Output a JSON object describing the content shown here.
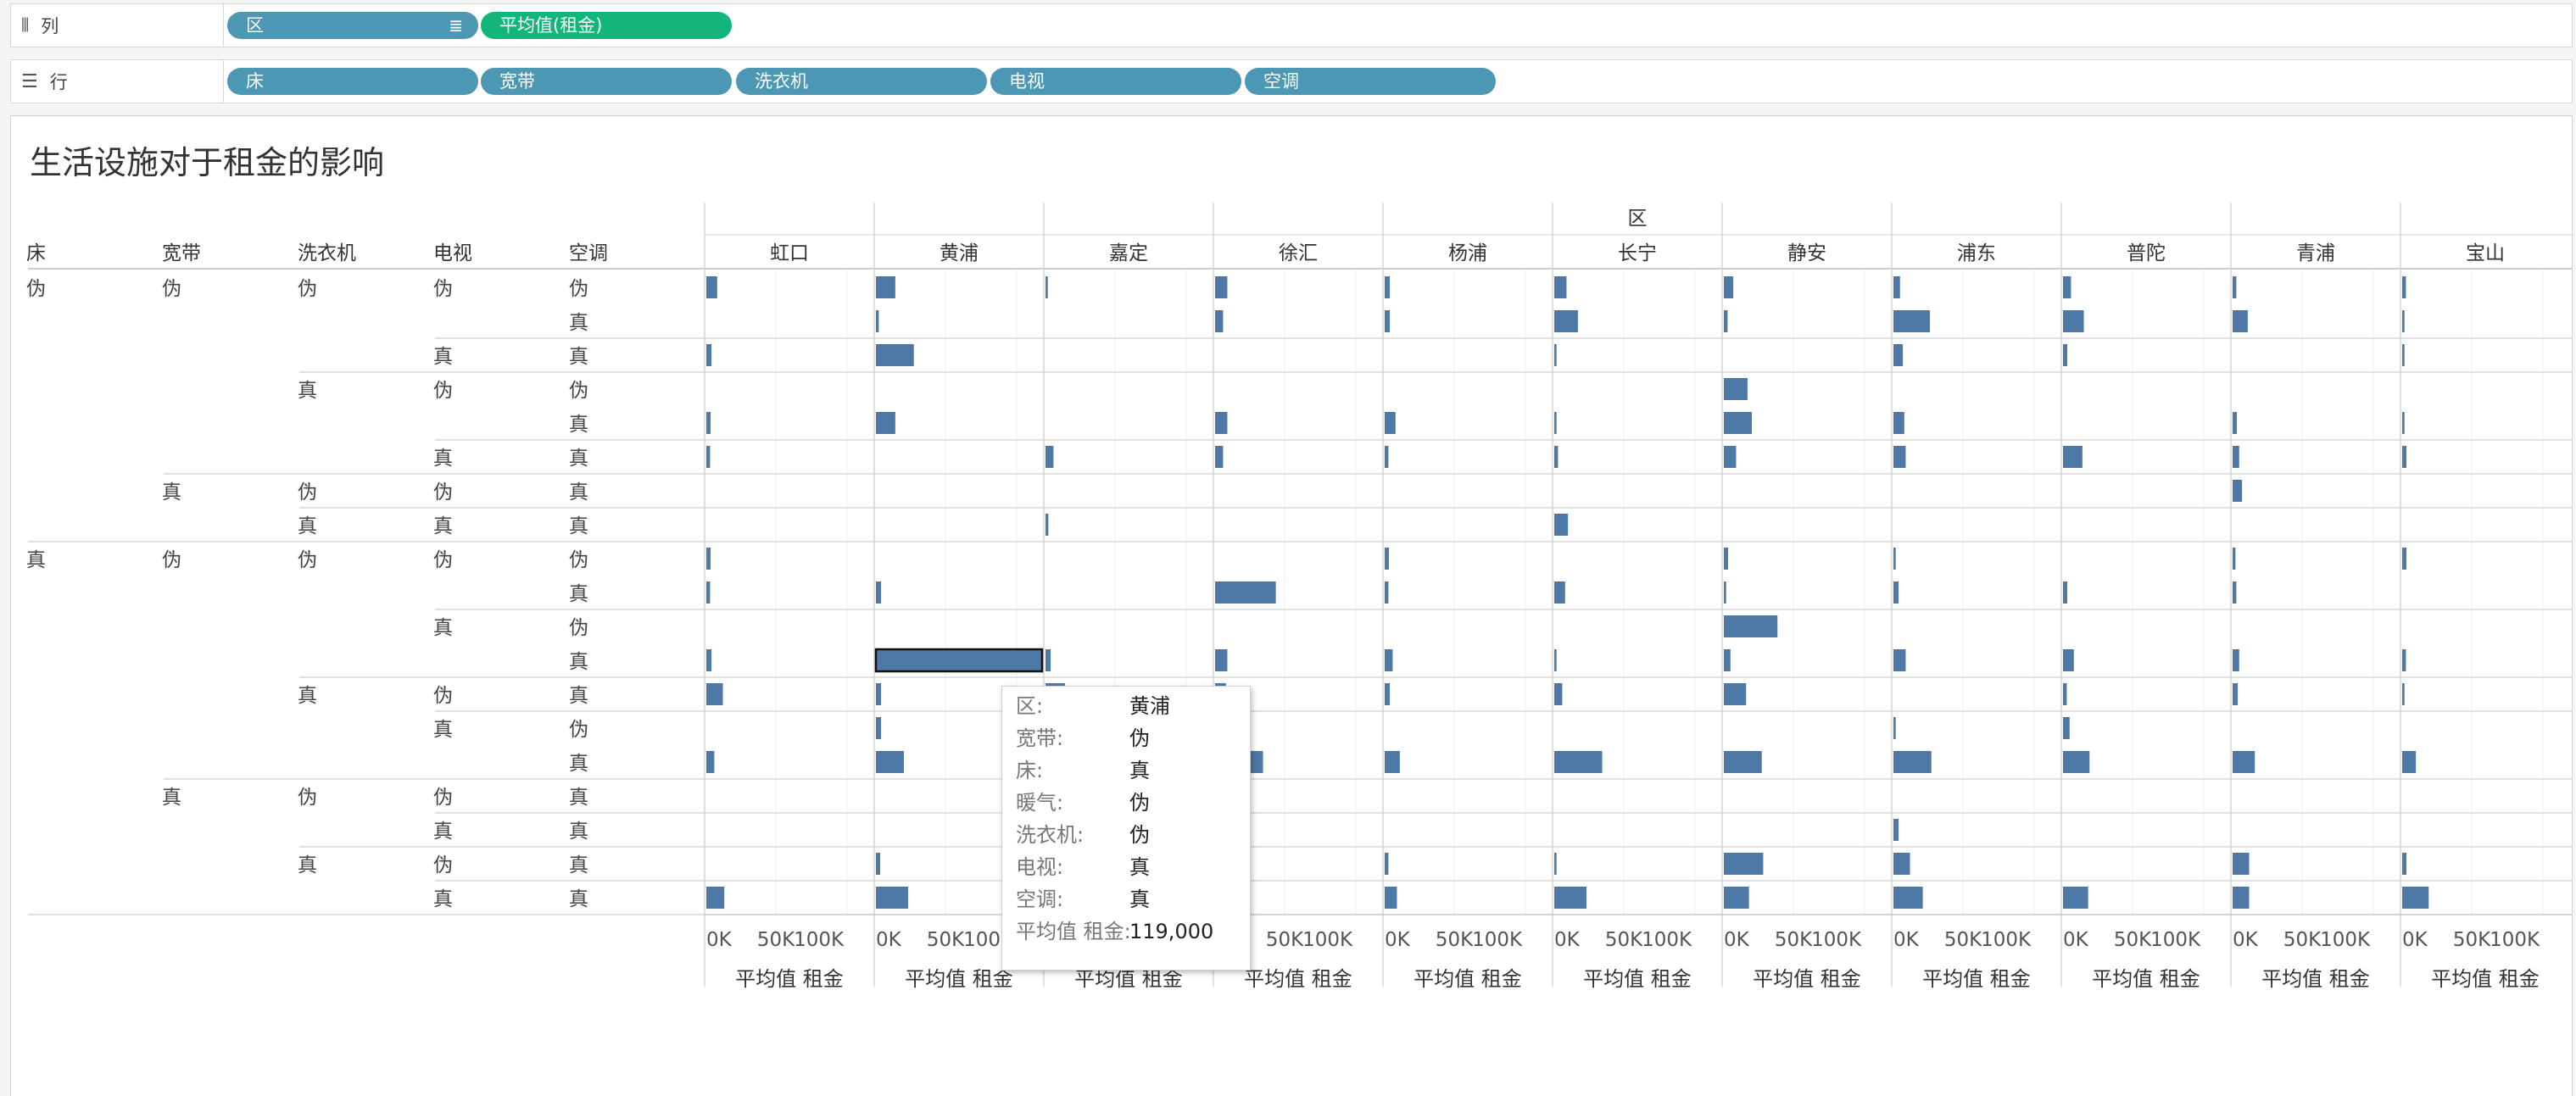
{
  "shelves": {
    "columns": {
      "label": "列",
      "pills": [
        {
          "label": "区",
          "type": "dimension",
          "sorted": true
        },
        {
          "label": "平均值(租金)",
          "type": "measure"
        }
      ]
    },
    "rows": {
      "label": "行",
      "pills": [
        {
          "label": "床"
        },
        {
          "label": "宽带"
        },
        {
          "label": "洗衣机"
        },
        {
          "label": "电视"
        },
        {
          "label": "空调"
        }
      ]
    }
  },
  "sheet": {
    "title": "生活设施对于租金的影响",
    "column_header": "区",
    "row_fields": [
      "床",
      "宽带",
      "洗衣机",
      "电视",
      "空调"
    ],
    "ticks": [
      "0K",
      "50K",
      "100K"
    ],
    "axis_title": "平均值 租金"
  },
  "chart_data": {
    "type": "bar",
    "title": "生活设施对于租金的影响",
    "measure": "平均值 租金",
    "xlim": [
      0,
      119000
    ],
    "xticks": [
      0,
      50000,
      100000
    ],
    "bar_color": "#4e79a7",
    "row_keys": [
      [
        "伪",
        "伪",
        "伪",
        "伪",
        "伪"
      ],
      [
        "伪",
        "伪",
        "伪",
        "伪",
        "真"
      ],
      [
        "伪",
        "伪",
        "伪",
        "真",
        "真"
      ],
      [
        "伪",
        "伪",
        "真",
        "伪",
        "伪"
      ],
      [
        "伪",
        "伪",
        "真",
        "伪",
        "真"
      ],
      [
        "伪",
        "伪",
        "真",
        "真",
        "真"
      ],
      [
        "伪",
        "真",
        "伪",
        "伪",
        "真"
      ],
      [
        "伪",
        "真",
        "真",
        "真",
        "真"
      ],
      [
        "真",
        "伪",
        "伪",
        "伪",
        "伪"
      ],
      [
        "真",
        "伪",
        "伪",
        "伪",
        "真"
      ],
      [
        "真",
        "伪",
        "伪",
        "真",
        "伪"
      ],
      [
        "真",
        "伪",
        "伪",
        "真",
        "真"
      ],
      [
        "真",
        "伪",
        "真",
        "伪",
        "真"
      ],
      [
        "真",
        "伪",
        "真",
        "真",
        "伪"
      ],
      [
        "真",
        "伪",
        "真",
        "真",
        "真"
      ],
      [
        "真",
        "真",
        "伪",
        "伪",
        "真"
      ],
      [
        "真",
        "真",
        "伪",
        "真",
        "真"
      ],
      [
        "真",
        "真",
        "真",
        "伪",
        "真"
      ],
      [
        "真",
        "真",
        "真",
        "真",
        "真"
      ]
    ],
    "districts": [
      "虹口",
      "黄浦",
      "嘉定",
      "徐汇",
      "杨浦",
      "长宁",
      "静安",
      "浦东",
      "普陀",
      "青浦",
      "宝山"
    ],
    "series": [
      {
        "name": "虹口",
        "values": [
          10000,
          null,
          6000,
          null,
          3000,
          5000,
          null,
          null,
          3000,
          5000,
          null,
          6000,
          14000,
          null,
          8000,
          null,
          null,
          null,
          15000
        ]
      },
      {
        "name": "黄浦",
        "values": [
          16000,
          2000,
          29000,
          null,
          16000,
          null,
          null,
          null,
          null,
          6000,
          null,
          119000,
          6000,
          6000,
          22000,
          null,
          null,
          3000,
          25000
        ]
      },
      {
        "name": "嘉定",
        "values": [
          4000,
          null,
          null,
          null,
          null,
          8000,
          null,
          2000,
          null,
          null,
          null,
          6000,
          16000,
          null,
          null,
          null,
          null,
          null,
          null
        ]
      },
      {
        "name": "徐汇",
        "values": [
          11000,
          8000,
          null,
          null,
          11000,
          8000,
          null,
          null,
          null,
          45000,
          null,
          11000,
          10000,
          null,
          36000,
          null,
          null,
          null,
          null
        ]
      },
      {
        "name": "杨浦",
        "values": [
          6000,
          6000,
          null,
          null,
          10000,
          5000,
          null,
          null,
          3000,
          5000,
          null,
          8000,
          6000,
          null,
          13000,
          null,
          null,
          5000,
          11000
        ]
      },
      {
        "name": "长宁",
        "values": [
          11000,
          19000,
          4000,
          null,
          4000,
          5000,
          null,
          12000,
          null,
          10000,
          null,
          4000,
          8000,
          null,
          36000,
          null,
          null,
          4000,
          25000
        ]
      },
      {
        "name": "静安",
        "values": [
          9000,
          5000,
          null,
          19000,
          22000,
          11000,
          null,
          null,
          3000,
          4000,
          40000,
          7000,
          18000,
          null,
          29000,
          null,
          null,
          30000,
          20000
        ]
      },
      {
        "name": "浦东",
        "values": [
          7000,
          28000,
          9000,
          null,
          10000,
          11000,
          null,
          null,
          4000,
          6000,
          null,
          11000,
          null,
          4000,
          29000,
          null,
          6000,
          14000,
          23000
        ]
      },
      {
        "name": "普陀",
        "values": [
          8000,
          17000,
          3000,
          null,
          null,
          16000,
          null,
          null,
          null,
          3000,
          null,
          10000,
          5000,
          7000,
          21000,
          null,
          null,
          null,
          20000
        ]
      },
      {
        "name": "青浦",
        "values": [
          5000,
          13000,
          null,
          null,
          3000,
          7000,
          9000,
          null,
          2000,
          5000,
          null,
          7000,
          6000,
          null,
          18000,
          null,
          null,
          14000,
          14000
        ]
      },
      {
        "name": "宝山",
        "values": [
          5000,
          4000,
          4000,
          null,
          4000,
          3000,
          null,
          null,
          3000,
          null,
          null,
          5000,
          4000,
          null,
          12000,
          null,
          null,
          3000,
          21000
        ]
      }
    ],
    "highlighted": {
      "district": "黄浦",
      "row": 11
    }
  },
  "tooltip": {
    "rows": [
      {
        "k": "区:",
        "v": "黄浦"
      },
      {
        "k": "宽带:",
        "v": "伪"
      },
      {
        "k": "床:",
        "v": "真"
      },
      {
        "k": "暖气:",
        "v": "伪"
      },
      {
        "k": "洗衣机:",
        "v": "伪"
      },
      {
        "k": "电视:",
        "v": "真"
      },
      {
        "k": "空调:",
        "v": "真"
      },
      {
        "k": "平均值 租金:",
        "v": "119,000"
      }
    ]
  }
}
